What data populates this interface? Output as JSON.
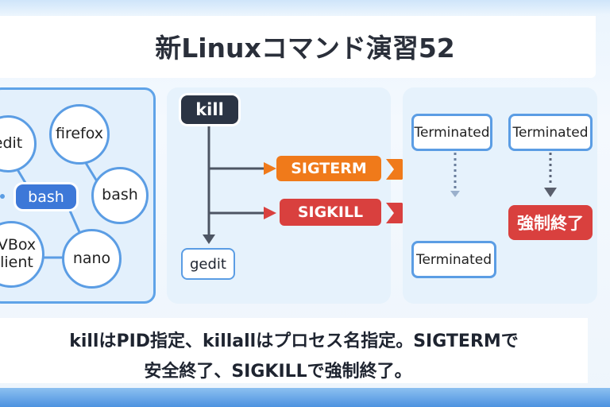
{
  "title": "新Linuxコマンド演習52",
  "processes": {
    "nodes": [
      "edit",
      "firefox",
      "bash",
      "VBox\nlient",
      "nano"
    ],
    "selected": "bash"
  },
  "flow": {
    "command": "kill",
    "signals": [
      {
        "label": "SIGTERM",
        "color": "#f07a1a"
      },
      {
        "label": "SIGKILL",
        "color": "#d9403e"
      }
    ],
    "target": "gedit"
  },
  "results": {
    "terminated_1": "Terminated",
    "terminated_2": "Terminated",
    "terminated_3": "Terminated",
    "force_kill": "強制終了",
    "force_kill_color": "#d9403e"
  },
  "caption": {
    "line1": "killはPID指定、killallはプロセス名指定。SIGTERMで",
    "line2": "安全終了、SIGKILLで強制終了。"
  }
}
